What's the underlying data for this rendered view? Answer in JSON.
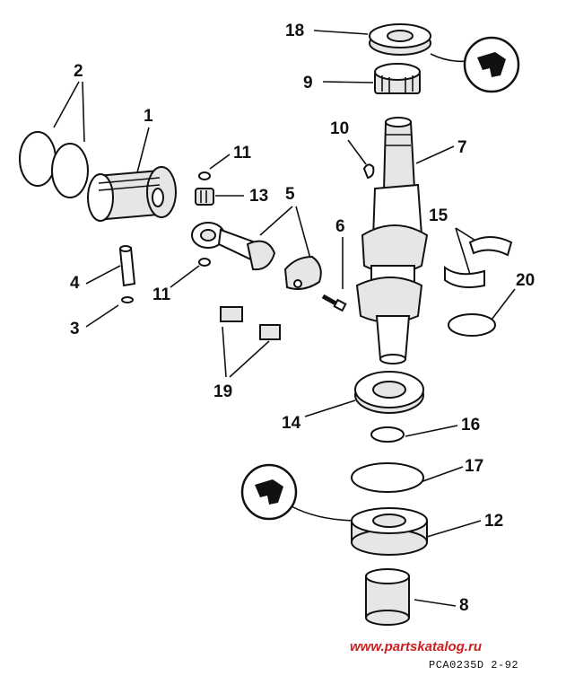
{
  "callouts": [
    {
      "id": "c18",
      "label": "18"
    },
    {
      "id": "c9",
      "label": "9"
    },
    {
      "id": "c2",
      "label": "2"
    },
    {
      "id": "c1",
      "label": "1"
    },
    {
      "id": "c10",
      "label": "10"
    },
    {
      "id": "c7",
      "label": "7"
    },
    {
      "id": "c11a",
      "label": "11"
    },
    {
      "id": "c13",
      "label": "13"
    },
    {
      "id": "c5",
      "label": "5"
    },
    {
      "id": "c15",
      "label": "15"
    },
    {
      "id": "c6",
      "label": "6"
    },
    {
      "id": "c4",
      "label": "4"
    },
    {
      "id": "c11b",
      "label": "11"
    },
    {
      "id": "c20",
      "label": "20"
    },
    {
      "id": "c3",
      "label": "3"
    },
    {
      "id": "c19",
      "label": "19"
    },
    {
      "id": "c14",
      "label": "14"
    },
    {
      "id": "c16",
      "label": "16"
    },
    {
      "id": "c17",
      "label": "17"
    },
    {
      "id": "c12",
      "label": "12"
    },
    {
      "id": "c8",
      "label": "8"
    }
  ],
  "watermark": "www.partskatalog.ru",
  "drawing_code": "PCA0235D  2-92"
}
